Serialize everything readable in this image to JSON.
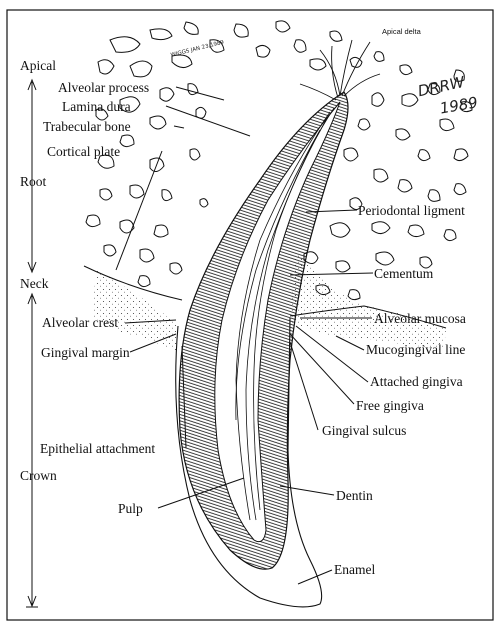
{
  "labels": {
    "apical": "Apical",
    "root": "Root",
    "neck": "Neck",
    "crown": "Crown",
    "alveolar_process": "Alveolar process",
    "lamina_dura": "Lamina dura",
    "trabecular_bone": "Trabecular bone",
    "cortical_plate": "Cortical plate",
    "alveolar_crest": "Alveolar crest",
    "gingival_margin": "Gingival margin",
    "epithelial_attachment": "Epithelial attachment",
    "pulp": "Pulp",
    "apical_delta": "Apical delta",
    "periodontal_ligament": "Periodontal ligment",
    "cementum": "Cementum",
    "alveolar_mucosa": "Alveolar mucosa",
    "mucogingival_line": "Mucogingival line",
    "attached_gingiva": "Attached gingiva",
    "free_gingiva": "Free gingiva",
    "gingival_sulcus": "Gingival sulcus",
    "dentin": "Dentin",
    "enamel": "Enamel"
  },
  "signature": {
    "initials": "DRRW",
    "year": "1989",
    "stamp": "WIGGS JAN 23,1989"
  }
}
